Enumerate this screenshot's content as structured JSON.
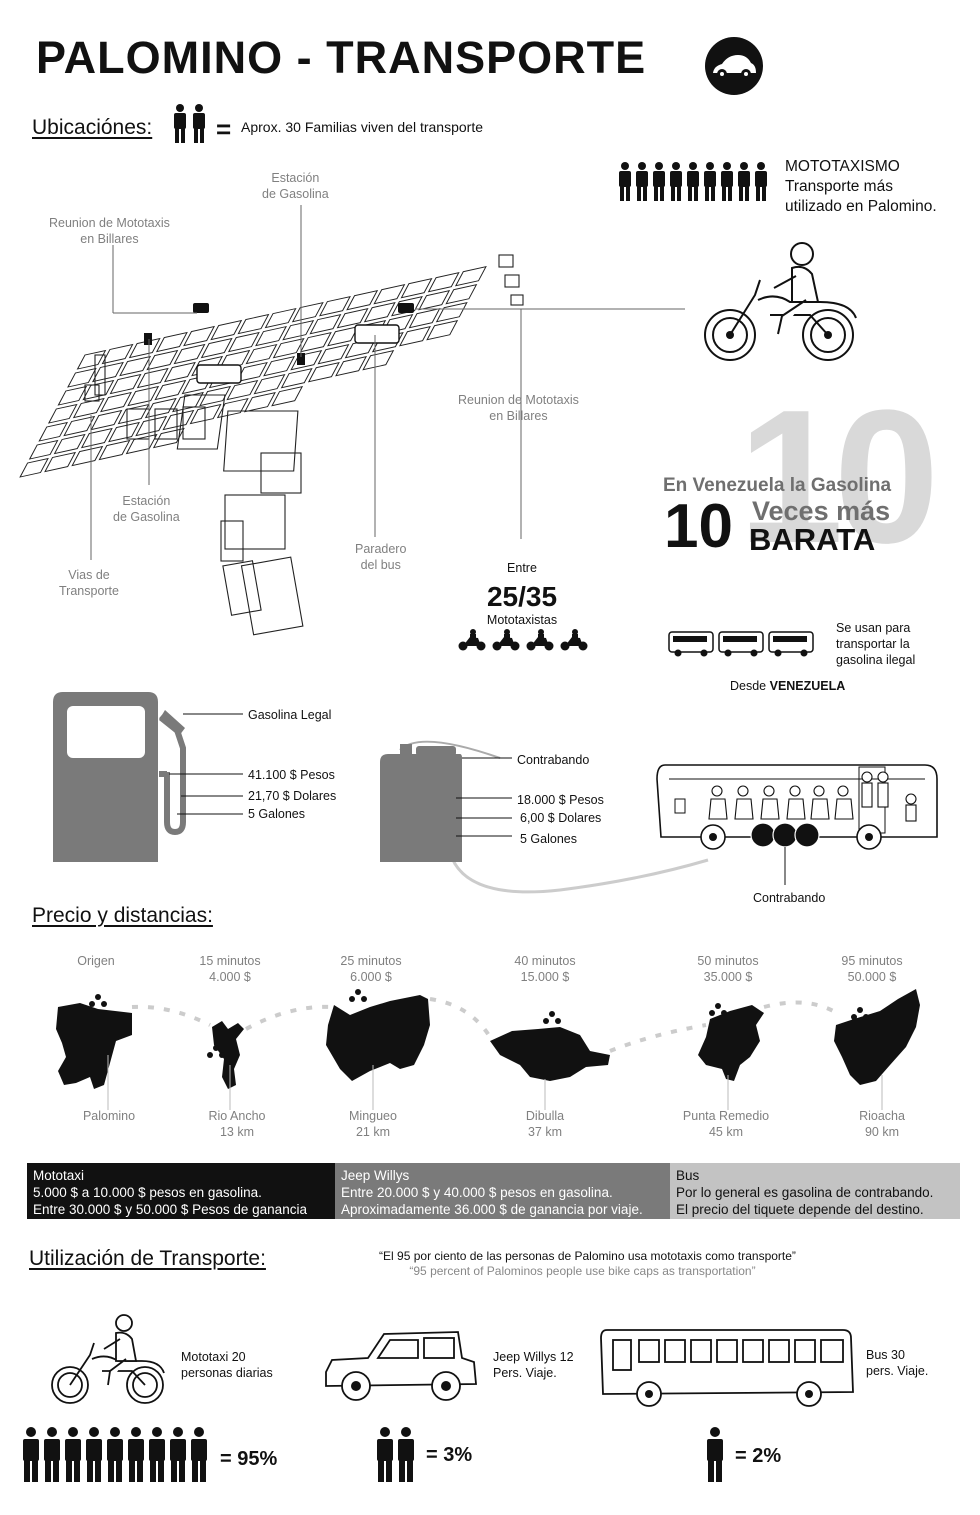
{
  "header": {
    "title": "PALOMINO - TRANSPORTE"
  },
  "ubicaciones": {
    "title": "Ubicaciónes:",
    "eq": "=",
    "legend": "Aprox. 30 Familias viven del transporte"
  },
  "mototaxismo": {
    "line1": "MOTOTAXISMO",
    "line2": "Transporte más",
    "line3": "utilizado  en  Palomino."
  },
  "map_labels": {
    "estacion_top": [
      "Estación",
      "de Gasolina"
    ],
    "reunion_left": [
      "Reunion de Mototaxis",
      "en Billares"
    ],
    "reunion_right": [
      "Reunion de Mototaxis",
      "en Billares"
    ],
    "estacion_bottom": [
      "Estación",
      "de Gasolina"
    ],
    "paradero": [
      "Paradero",
      "del bus"
    ],
    "vias": [
      "Vias de",
      "Transporte"
    ]
  },
  "gasolina_banner": {
    "big_bg": "10",
    "line1": "En Venezuela la Gasolina",
    "num": "10",
    "line2": "Veces más",
    "line3": "BARATA"
  },
  "mototaxistas": {
    "pre": "Entre",
    "range": "25/35",
    "label": "Mototaxistas"
  },
  "buses_info": {
    "line1": "Se usan para",
    "line2": "transportar la",
    "line3": "gasolina ilegal",
    "desde": "Desde ",
    "desde_bold": "VENEZUELA"
  },
  "legal": {
    "label": "Gasolina Legal",
    "pesos": "41.100 $ Pesos",
    "dolares": "21,70 $ Dolares",
    "galones": "5 Galones"
  },
  "contrabando": {
    "label": "Contrabando",
    "pesos": "18.000 $ Pesos",
    "dolares": "6,00 $ Dolares",
    "galones": "5 Galones",
    "bus_label": "Contrabando"
  },
  "precio": {
    "title": "Precio y distancias:",
    "stops": [
      {
        "time": "Origen",
        "price": "",
        "name": "Palomino",
        "km": ""
      },
      {
        "time": "15 minutos",
        "price": "4.000 $",
        "name": "Rio Ancho",
        "km": "13 km"
      },
      {
        "time": "25 minutos",
        "price": "6.000 $",
        "name": "Mingueo",
        "km": "21 km"
      },
      {
        "time": "40 minutos",
        "price": "15.000 $",
        "name": "Dibulla",
        "km": "37 km"
      },
      {
        "time": "50 minutos",
        "price": "35.000 $",
        "name": "Punta Remedio",
        "km": "45 km"
      },
      {
        "time": "95 minutos",
        "price": "50.000 $",
        "name": "Rioacha",
        "km": "90 km"
      }
    ]
  },
  "bands": {
    "mototaxi": [
      "Mototaxi",
      "5.000 $ a 10.000 $ pesos en gasolina.",
      "Entre 30.000 $ y 50.000 $ Pesos de ganancia"
    ],
    "jeep": [
      "Jeep Willys",
      "Entre 20.000 $ y 40.000 $ pesos en gasolina.",
      "Aproximadamente 36.000 $ de ganancia por viaje."
    ],
    "bus": [
      "Bus",
      "Por lo general es gasolina de contrabando.",
      "El precio del tiquete depende del destino."
    ]
  },
  "utilizacion": {
    "title": "Utilización de Transporte:",
    "quote_es": "“El 95 por ciento de las personas de Palomino usa mototaxis como transporte”",
    "quote_en": "“95 percent of Palominos people use bike caps as transportation”",
    "moto": [
      "Mototaxi 20",
      "personas diarias"
    ],
    "jeep": [
      "Jeep Willys 12",
      "Pers. Viaje."
    ],
    "bus": [
      "Bus 30",
      "pers. Viaje."
    ],
    "moto_pct": "= 95%",
    "jeep_pct": "= 3%",
    "bus_pct": "= 2%"
  }
}
